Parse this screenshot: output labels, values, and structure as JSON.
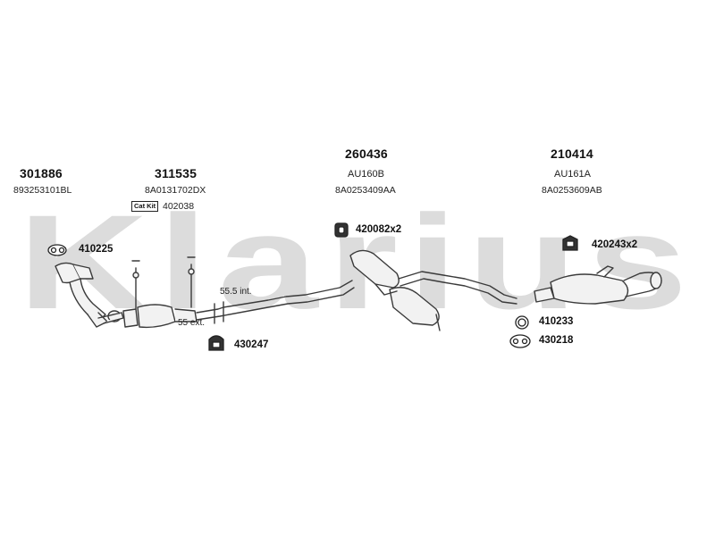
{
  "watermark": {
    "text": "Klarius",
    "color": "#dcdcdc"
  },
  "colors": {
    "stroke": "#3a3a3a",
    "fill": "#f2f2f2"
  },
  "parts": [
    {
      "part_number": "301886",
      "ref": "893253101BL"
    },
    {
      "part_number": "311535",
      "ref": "8A0131702DX",
      "badge": "Cat Kit",
      "badge_ref": "402038"
    },
    {
      "part_number": "260436",
      "ref_line1": "AU160B",
      "ref_line2": "8A0253409AA"
    },
    {
      "part_number": "210414",
      "ref_line1": "AU161A",
      "ref_line2": "8A0253609AB"
    }
  ],
  "accessories": [
    {
      "label": "410225",
      "icon": "gasket-icon"
    },
    {
      "label": "420082x2",
      "icon": "rubber-mount-icon"
    },
    {
      "label": "420243x2",
      "icon": "bracket-icon"
    },
    {
      "label": "410233",
      "icon": "ring-icon"
    },
    {
      "label": "430218",
      "icon": "gasket-icon"
    },
    {
      "label": "430247",
      "icon": "clamp-icon"
    }
  ],
  "dimensions": {
    "internal": "55.5 int.",
    "external": "55 ext."
  }
}
